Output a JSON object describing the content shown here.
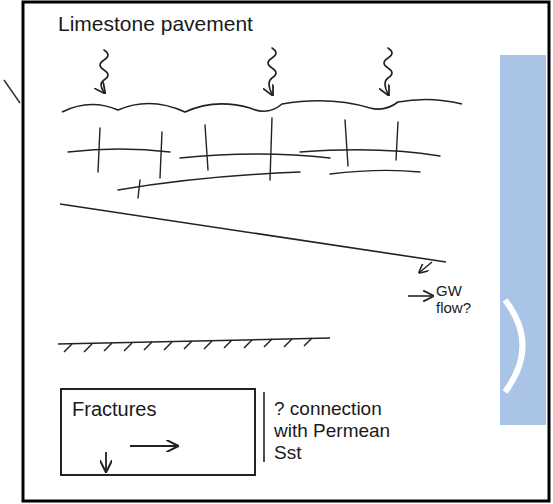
{
  "diagram": {
    "title": "Limestone pavement",
    "nodes": [
      {
        "text": [
          "Fractures"
        ]
      }
    ],
    "labels": [
      "GW flow?",
      "? connection with Permean Sst"
    ]
  }
}
